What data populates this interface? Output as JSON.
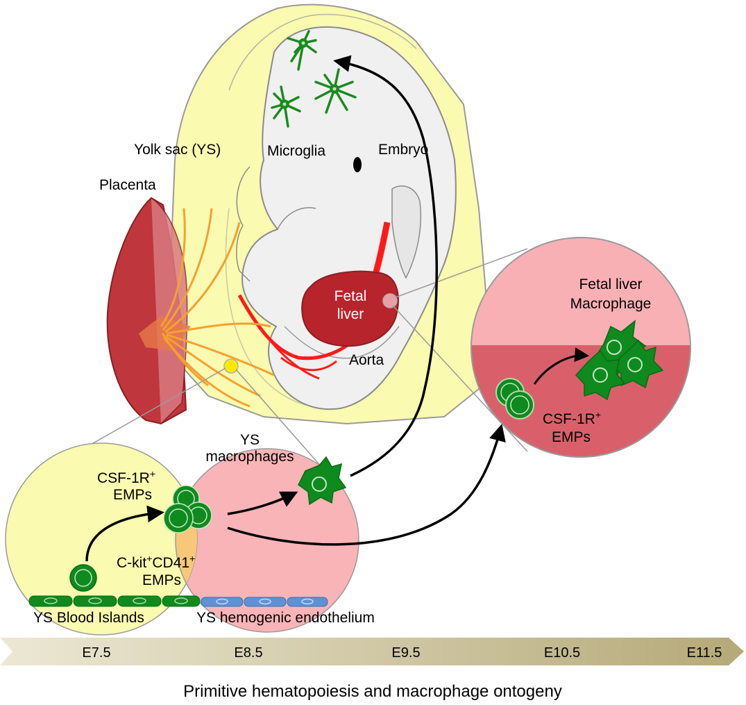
{
  "labels": {
    "yolk_sac": "Yolk sac (YS)",
    "microglia": "Microglia",
    "embryo": "Embryo",
    "placenta": "Placenta",
    "fetal_liver_line1": "Fetal",
    "fetal_liver_line2": "liver",
    "aorta": "Aorta",
    "fl_macrophage_line1": "Fetal liver",
    "fl_macrophage_line2": "Macrophage",
    "csf_emps_right_line1": "CSF-1R",
    "csf_emps_right_sup": "+",
    "csf_emps_right_line2": "EMPs",
    "ys_macrophages_line1": "YS",
    "ys_macrophages_line2": "macrophages",
    "csf_emps_left_line1": "CSF-1R",
    "csf_emps_left_sup": "+",
    "csf_emps_left_line2": "EMPs",
    "ckit_part1": "C-kit",
    "ckit_sup1": "+",
    "ckit_part2": "CD41",
    "ckit_sup2": "+",
    "ckit_line2": "EMPs",
    "ys_blood_islands": "YS Blood Islands",
    "ys_hemogenic": "YS hemogenic endothelium"
  },
  "timeline": {
    "stages": [
      "E7.5",
      "E8.5",
      "E9.5",
      "E10.5",
      "E11.5"
    ]
  },
  "caption": "Primitive hematopoiesis and macrophage ontogeny",
  "colors": {
    "yolk_sac": "#fafab0",
    "embryo": "#f0f0f0",
    "placenta": "#c0363d",
    "fetal_liver": "#b8242b",
    "vessel": "#ff1a1a",
    "orange_vessel": "#f5a030",
    "cell_green": "#0f8a1e",
    "pink_circle": "#f9b4b8",
    "liver_circle_top": "#f8b0b5",
    "liver_circle_bottom": "#d9606a",
    "timeline_start": "#e8e3cc",
    "timeline_end": "#b8ad7a"
  }
}
